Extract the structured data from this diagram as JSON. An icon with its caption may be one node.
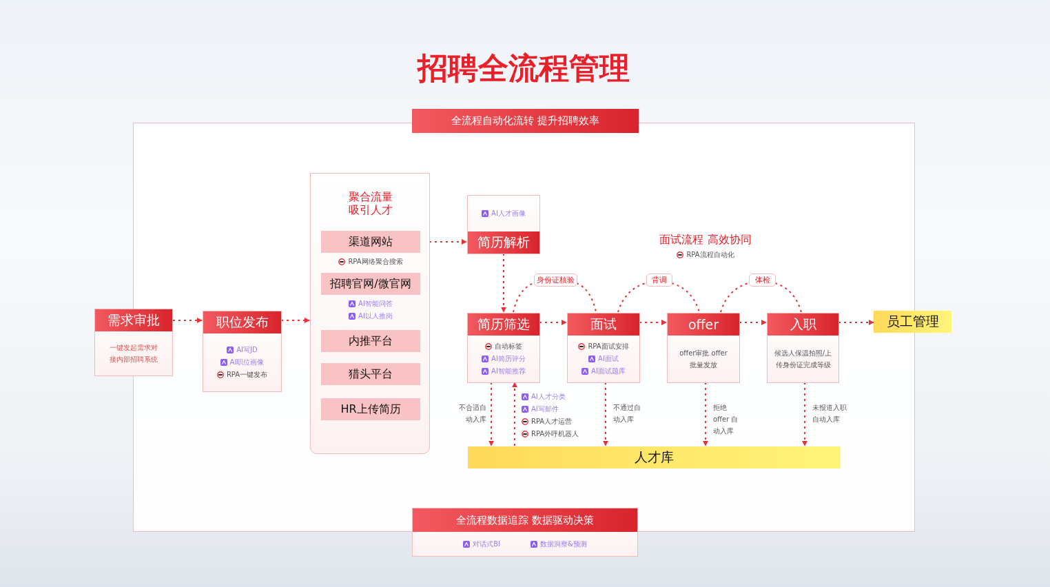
{
  "diagram": {
    "title": "招聘全流程管理",
    "nodes": [
      {
        "text": [
          "全流程自动化流转 提升招聘效率"
        ]
      },
      {
        "text": [
          "需求审批",
          "一键发起需求对接内部招聘系统"
        ]
      },
      {
        "text": [
          "职位发布",
          "AI写JD",
          "AI职位画像",
          "RPA一键发布"
        ],
        "in": 0
      },
      {
        "text": [
          "聚合流量吸引人才"
        ],
        "in": 0
      },
      {
        "text": [
          "渠道网站"
        ],
        "in": 3,
        "beside": [
          "RPA网络聚合搜索"
        ]
      },
      {
        "text": [
          "招聘官网/微官网"
        ],
        "in": 3,
        "beside": [
          "AI智能问答",
          "AI以人推岗"
        ]
      },
      {
        "text": [
          "内推平台"
        ],
        "in": 3
      },
      {
        "text": [
          "猎头平台"
        ],
        "in": 3
      },
      {
        "text": [
          "HR上传简历"
        ],
        "in": 3
      },
      {
        "text": [
          "AI人才画像",
          "简历解析"
        ],
        "in": 0
      },
      {
        "text": [
          "简历筛选",
          "自动标签",
          "AI简历评分",
          "AI智能推荐"
        ],
        "in": 0
      },
      {
        "text": [
          "面试",
          "RPA面试安排",
          "AI面试",
          "AI面试题库"
        ],
        "in": 0
      },
      {
        "text": [
          "offer",
          "offer审批 offer批量发放"
        ],
        "in": 0
      },
      {
        "text": [
          "入职",
          "候选人保温拍照/上传身份证完成等级"
        ],
        "in": 0
      },
      {
        "text": [
          "员工管理"
        ]
      },
      {
        "text": [
          "人才库"
        ],
        "in": 0
      },
      {
        "text": [
          "身份证核验"
        ],
        "in": 0
      },
      {
        "text": [
          "背调"
        ],
        "in": 0
      },
      {
        "text": [
          "体检"
        ],
        "in": 0
      },
      {
        "text": [
          "全流程数据追踪 数据驱动决策",
          "对话式BI",
          "数据洞察&预测"
        ]
      }
    ],
    "edges": [
      {
        "from": 1,
        "to": 2,
        "arrow": "to",
        "style": "dashed"
      },
      {
        "from": 2,
        "to": 3,
        "arrow": "to",
        "style": "dashed"
      },
      {
        "from": 3,
        "to": 9,
        "arrow": "to",
        "style": "dashed"
      },
      {
        "from": 9,
        "to": 10,
        "arrow": "to",
        "style": "dashed"
      },
      {
        "from": 10,
        "to": 11,
        "arrow": "to",
        "style": "dashed"
      },
      {
        "from": 11,
        "to": 12,
        "arrow": "to",
        "style": "dashed"
      },
      {
        "from": 12,
        "to": 13,
        "arrow": "to",
        "style": "dashed"
      },
      {
        "from": 13,
        "to": 14,
        "arrow": "to",
        "style": "dashed"
      },
      {
        "from": 10,
        "to": 15,
        "arrow": "to",
        "style": "dashed",
        "label": "不合适自动入库"
      },
      {
        "from": 15,
        "to": 10,
        "arrow": "to",
        "style": "dashed"
      },
      {
        "from": 11,
        "to": 15,
        "arrow": "to",
        "style": "dashed",
        "label": "不通过自动入库"
      },
      {
        "from": 12,
        "to": 15,
        "arrow": "to",
        "style": "dashed",
        "label": "拒绝offer 自动入库"
      },
      {
        "from": 13,
        "to": 15,
        "arrow": "to",
        "style": "dashed",
        "label": "未报道入职自动入库"
      },
      {
        "from": 10,
        "to": 16,
        "arrow": "none",
        "style": "dashed"
      },
      {
        "from": 16,
        "to": 11,
        "arrow": "none",
        "style": "dashed"
      },
      {
        "from": 11,
        "to": 17,
        "arrow": "none",
        "style": "dashed"
      },
      {
        "from": 17,
        "to": 12,
        "arrow": "none",
        "style": "dashed"
      },
      {
        "from": 12,
        "to": 18,
        "arrow": "none",
        "style": "dashed"
      },
      {
        "from": 18,
        "to": 13,
        "arrow": "none",
        "style": "dashed"
      }
    ],
    "labels": [
      "面试流程 高效协同",
      "RPA流程自动化",
      "AI人才分类",
      "AI写邮件",
      "RPA人才运营",
      "RPA外呼机器人"
    ]
  }
}
